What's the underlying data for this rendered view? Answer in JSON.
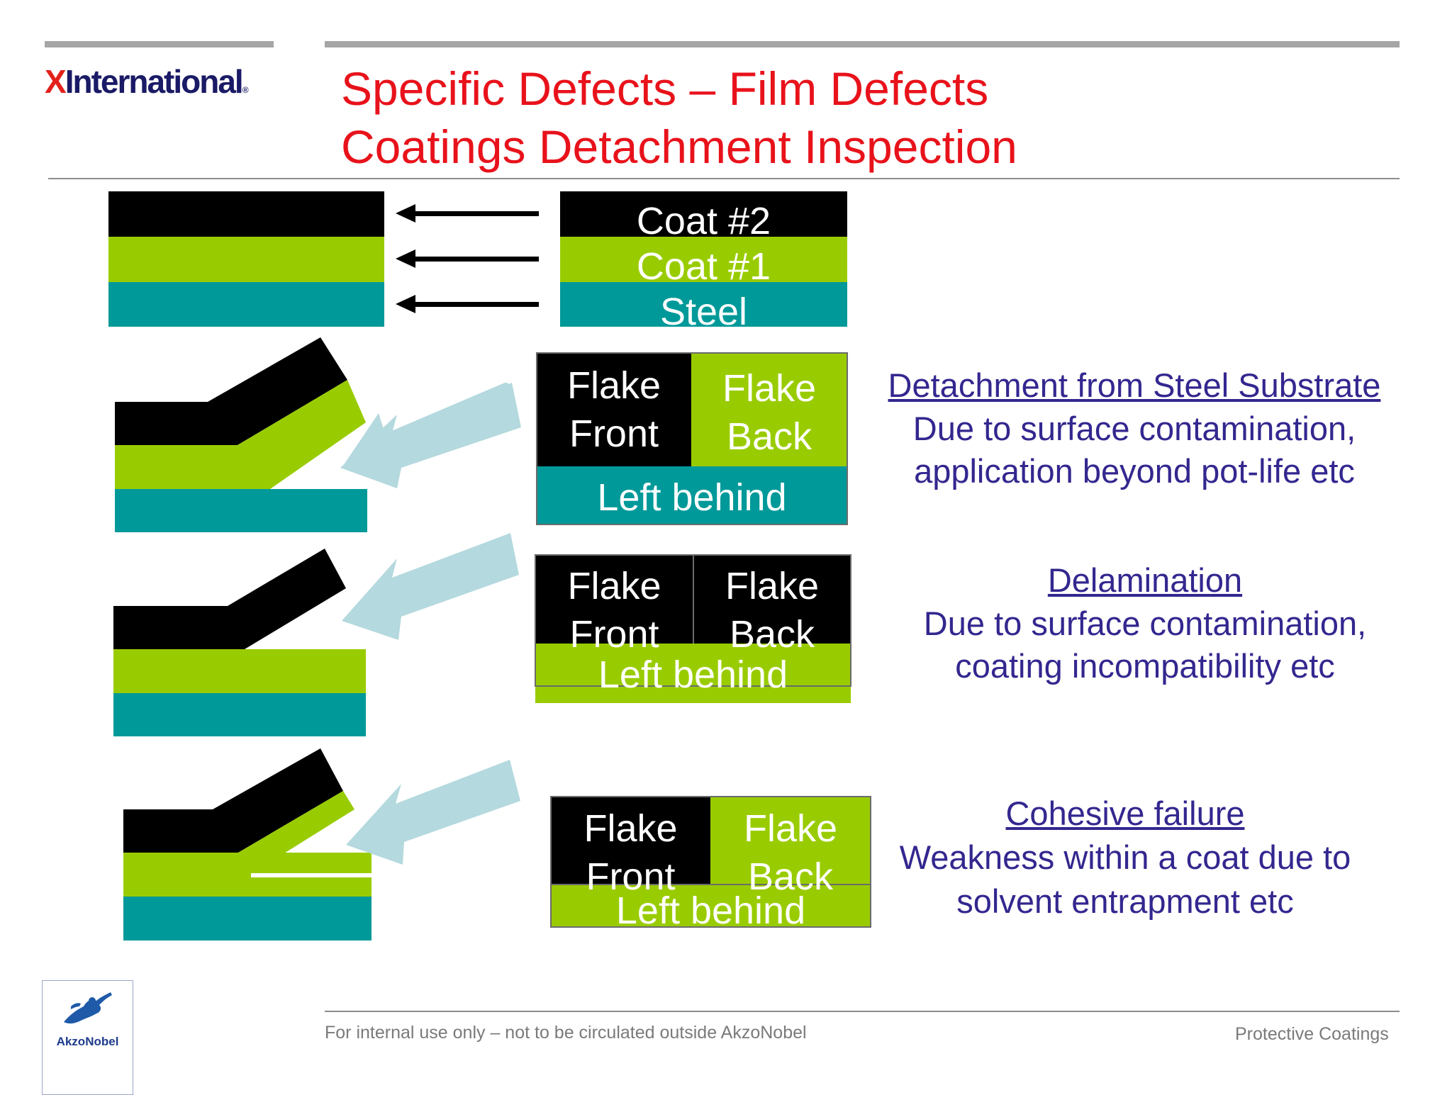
{
  "header": {
    "logo_text": "International",
    "logo_mark": "X",
    "logo_reg": "®",
    "title_line1": "Specific Defects – Film Defects",
    "title_line2": "Coatings Detachment Inspection"
  },
  "layers": {
    "coat2": "Coat #2",
    "coat1": "Coat #1",
    "steel": "Steel"
  },
  "defects": [
    {
      "flake_front": "Flake\nFront",
      "flake_back": "Flake\nBack",
      "left_behind": "Left behind",
      "heading": "Detachment from Steel Substrate",
      "line1": "Due to surface contamination,",
      "line2": "application beyond pot-life etc"
    },
    {
      "flake_front": "Flake\nFront",
      "flake_back": "Flake\nBack",
      "left_behind": "Left behind",
      "heading": "Delamination",
      "line1": "Due to surface contamination,",
      "line2": "coating incompatibility etc"
    },
    {
      "flake_front": "Flake\nFront",
      "flake_back": "Flake\nBack",
      "left_behind": "Left behind",
      "heading": "Cohesive failure",
      "line1": "Weakness within a coat due to",
      "line2": "solvent entrapment etc"
    }
  ],
  "footer": {
    "left": "For internal use only – not to be circulated outside AkzoNobel",
    "right": "Protective Coatings",
    "brand": "AkzoNobel"
  },
  "colors": {
    "coat2": "#000000",
    "coat1": "#99cc00",
    "steel": "#009999",
    "arrow": "#b4d9de",
    "title": "#e8121b",
    "text": "#33278f"
  }
}
